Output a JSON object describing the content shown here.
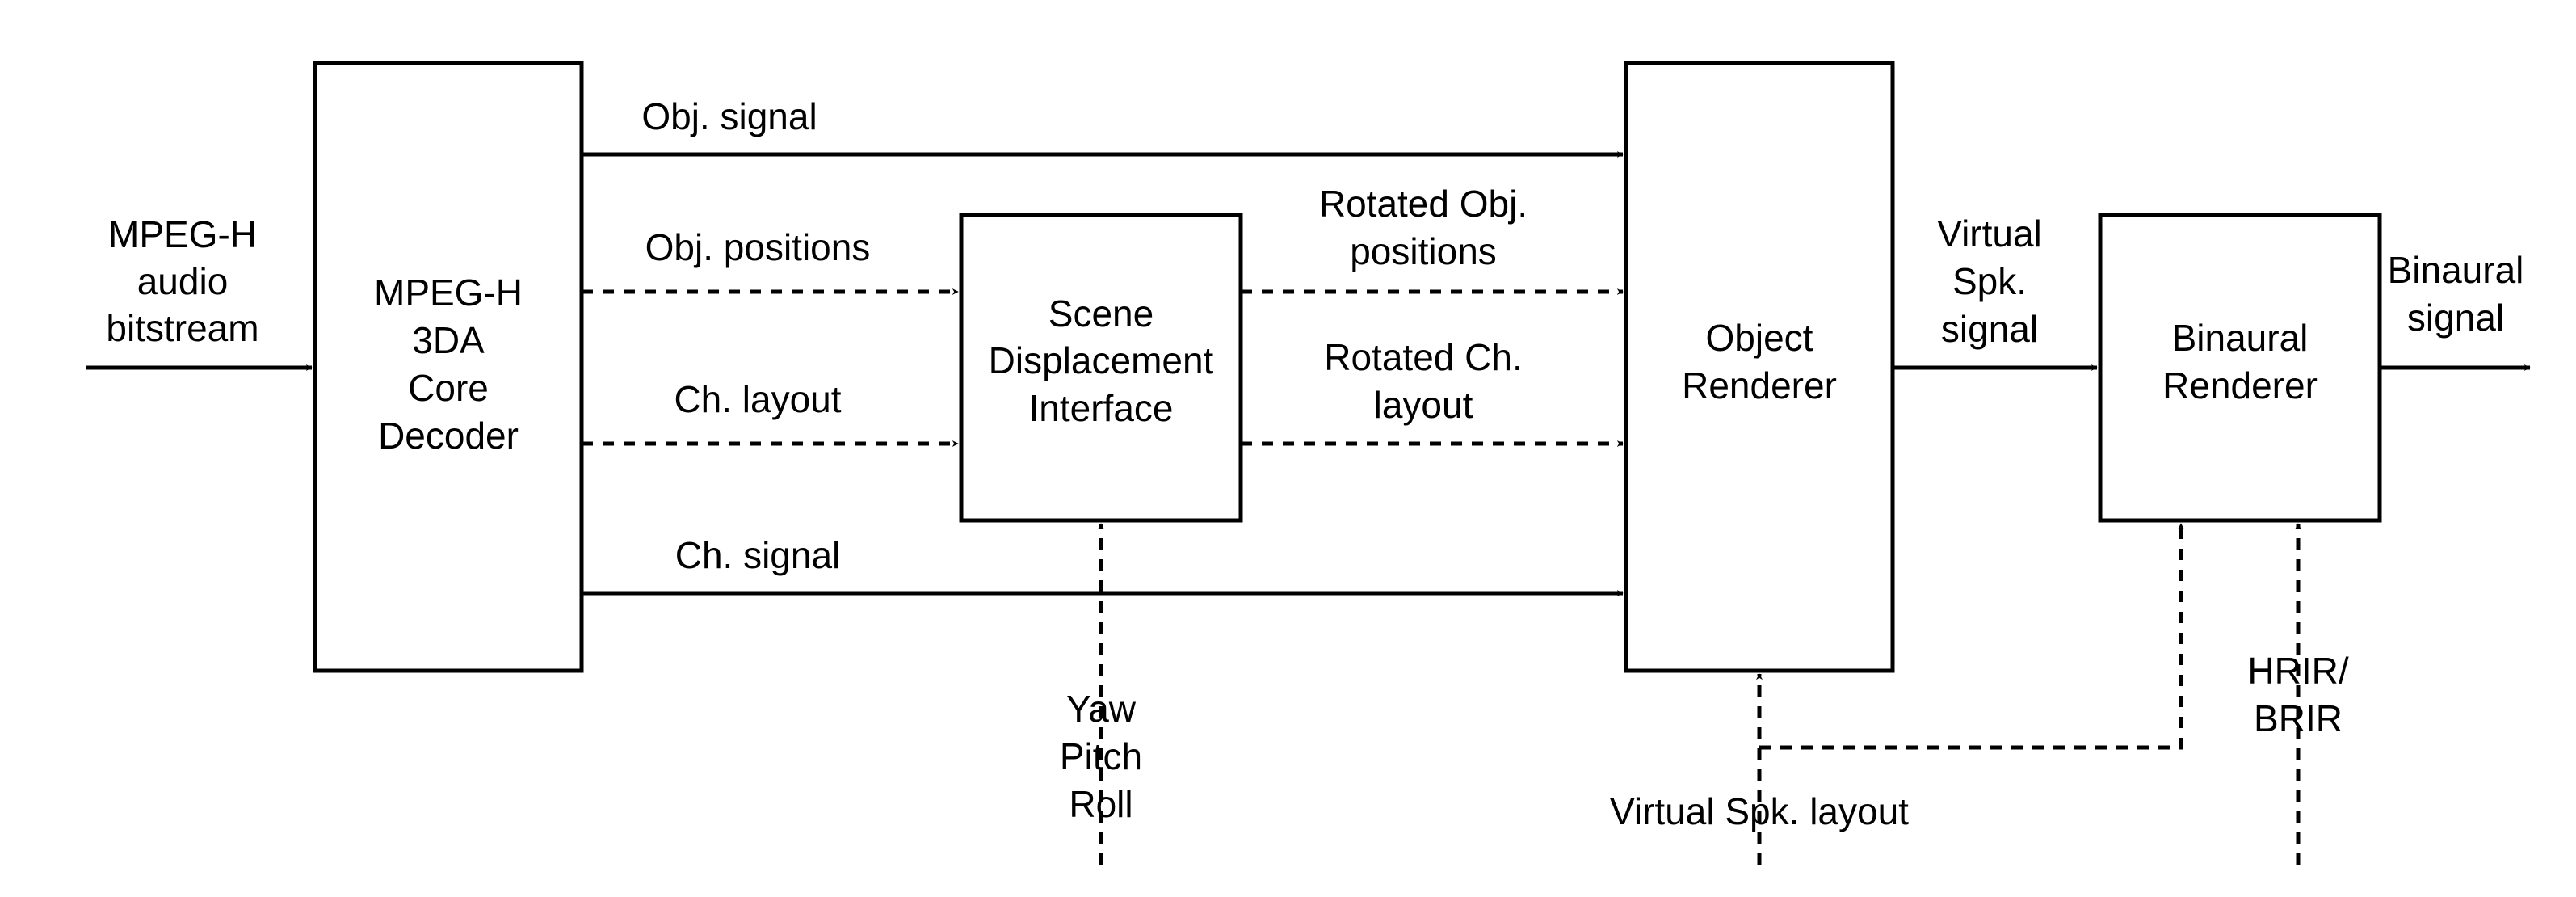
{
  "blocks": {
    "decoder": [
      "MPEG-H",
      "3DA",
      "Core",
      "Decoder"
    ],
    "scene_displacement": [
      "Scene",
      "Displacement",
      "Interface"
    ],
    "object_renderer": [
      "Object",
      "Renderer"
    ],
    "binaural_renderer": [
      "Binaural",
      "Renderer"
    ]
  },
  "signals": {
    "input": [
      "MPEG-H",
      "audio",
      "bitstream"
    ],
    "obj_signal": "Obj. signal",
    "obj_positions": "Obj. positions",
    "ch_layout": "Ch. layout",
    "ch_signal": "Ch. signal",
    "rotated_obj_positions": [
      "Rotated Obj.",
      "positions"
    ],
    "rotated_ch_layout": [
      "Rotated Ch.",
      "layout"
    ],
    "virtual_spk_signal": [
      "Virtual",
      "Spk.",
      "signal"
    ],
    "binaural_output": [
      "Binaural",
      "signal"
    ],
    "orientation": [
      "Yaw",
      "Pitch",
      "Roll"
    ],
    "virtual_spk_layout": "Virtual Spk. layout",
    "hrir_brir": [
      "HRIR/",
      "BRIR"
    ]
  }
}
